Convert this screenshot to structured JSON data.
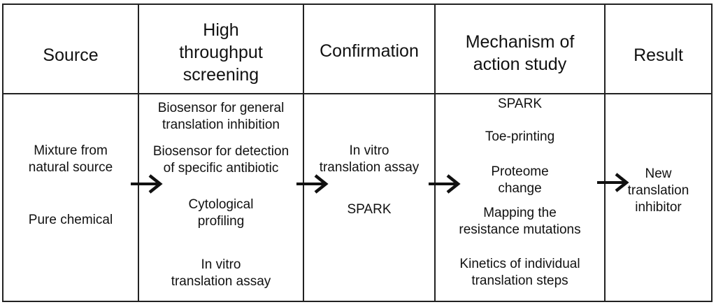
{
  "headers": {
    "source": "Source",
    "hts_line1": "High",
    "hts_line2": "throughput",
    "hts_line3": "screening",
    "confirmation": "Confirmation",
    "moa_line1": "Mechanism of",
    "moa_line2": "action study",
    "result": "Result"
  },
  "source_col": {
    "item1_line1": "Mixture from",
    "item1_line2": "natural source",
    "item2": "Pure chemical"
  },
  "hts_col": {
    "item1_line1": "Biosensor for general",
    "item1_line2": "translation inhibition",
    "item2_line1": "Biosensor for detection",
    "item2_line2": "of specific antibiotic",
    "item3_line1": "Cytological",
    "item3_line2": "profiling",
    "item4_line1": "In vitro",
    "item4_line2": "translation assay"
  },
  "confirmation_col": {
    "item1_line1": "In vitro",
    "item1_line2": "translation assay",
    "item2": "SPARK"
  },
  "moa_col": {
    "item1": "SPARK",
    "item2": "Toe-printing",
    "item3_line1": "Proteome",
    "item3_line2": "change",
    "item4_line1": "Mapping the",
    "item4_line2": "resistance mutations",
    "item5_line1": "Kinetics of individual",
    "item5_line2": "translation steps"
  },
  "result_col": {
    "line1": "New",
    "line2": "translation",
    "line3": "inhibitor"
  },
  "icons": [
    "arrow-right-icon"
  ],
  "colors": {
    "line": "#222222",
    "text": "#111111",
    "background": "#ffffff"
  }
}
